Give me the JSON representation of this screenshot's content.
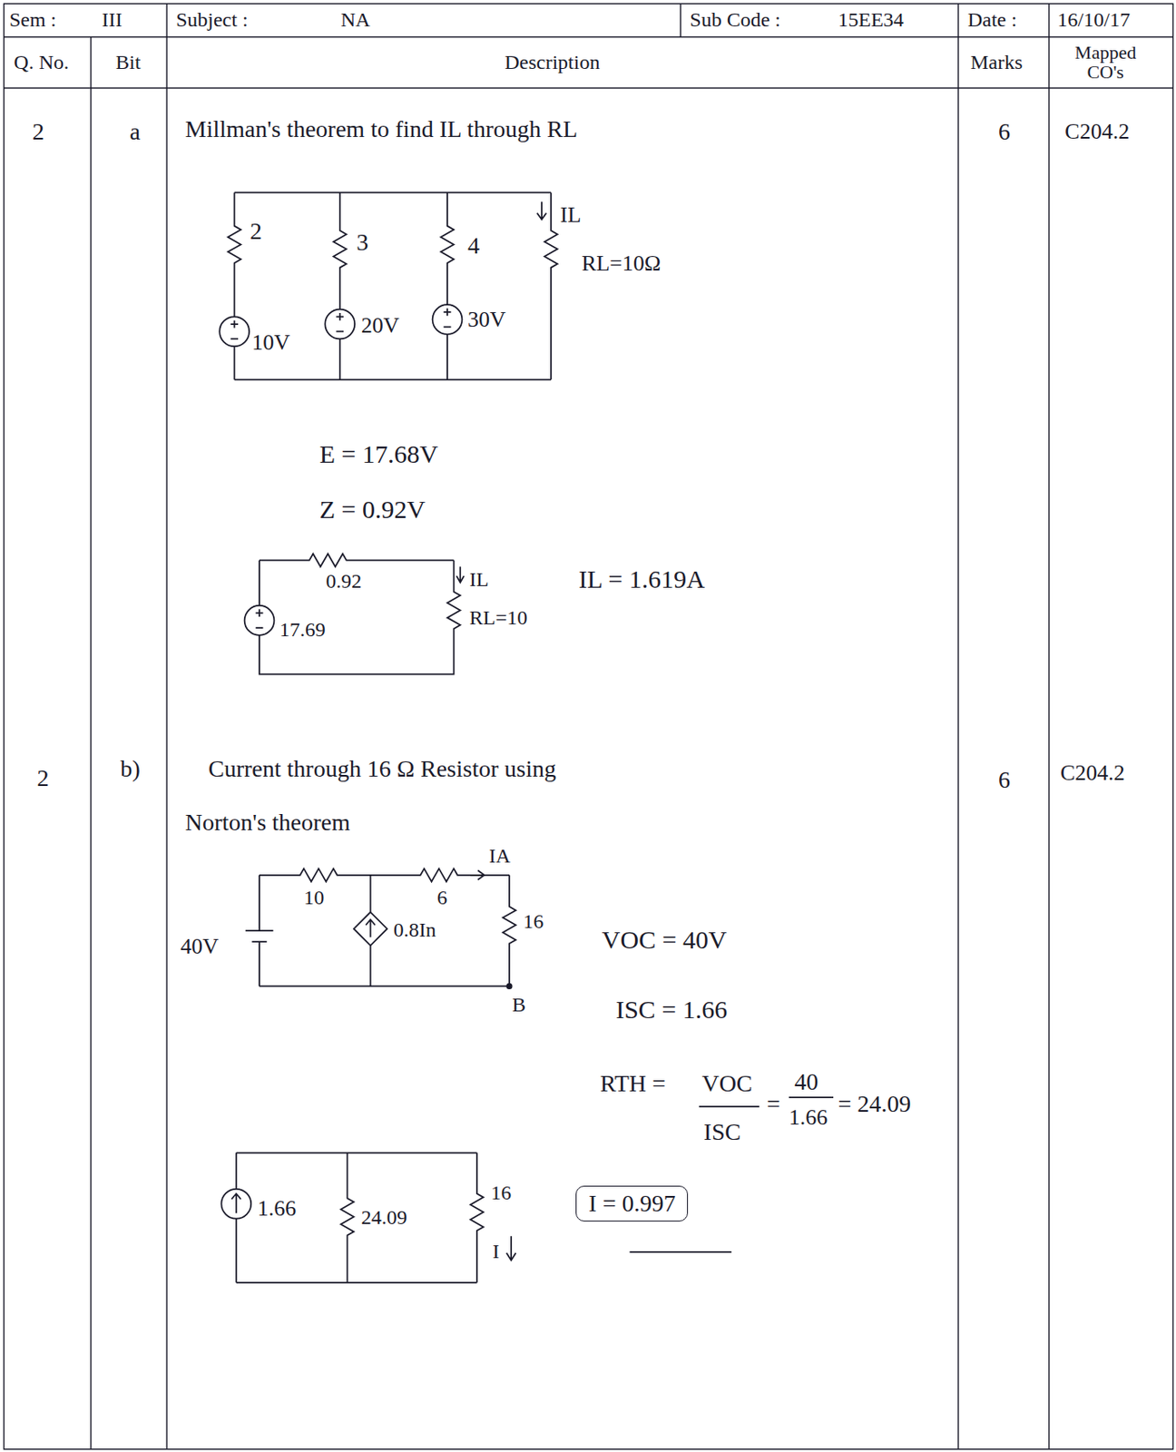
{
  "diagram": {
    "nodes": [
      {
        "text": [
          "I = 0.997"
        ]
      }
    ],
    "labels": [
      "Sem :",
      "III",
      "Subject :",
      "NA",
      "Sub Code :",
      "15EE34",
      "Date :",
      "16/10/17",
      "Q. No.",
      "Bit",
      "Description",
      "Marks",
      "Mapped CO's",
      "2",
      "a",
      "Millman's theorem to find IL through RL",
      "6",
      "C204.2",
      "2",
      "3",
      "4",
      "IL",
      "RL=10Ω",
      "10V",
      "20V",
      "30V",
      "E = 17.68V",
      "Z = 0.92V",
      "0.92",
      "IL",
      "17.69",
      "RL=10",
      "IL = 1.619A",
      "2",
      "b)",
      "Current through 16 Ω Resistor using",
      "Norton's theorem",
      "6",
      "C204.2",
      "10",
      "6",
      "IA",
      "0.8In",
      "16",
      "40V",
      "B",
      "VOC = 40V",
      "ISC = 1.66",
      "RTH =",
      "VOC",
      "ISC",
      "=",
      "40",
      "1.66",
      "= 24.09",
      "1.66",
      "24.09",
      "16",
      "I"
    ]
  }
}
